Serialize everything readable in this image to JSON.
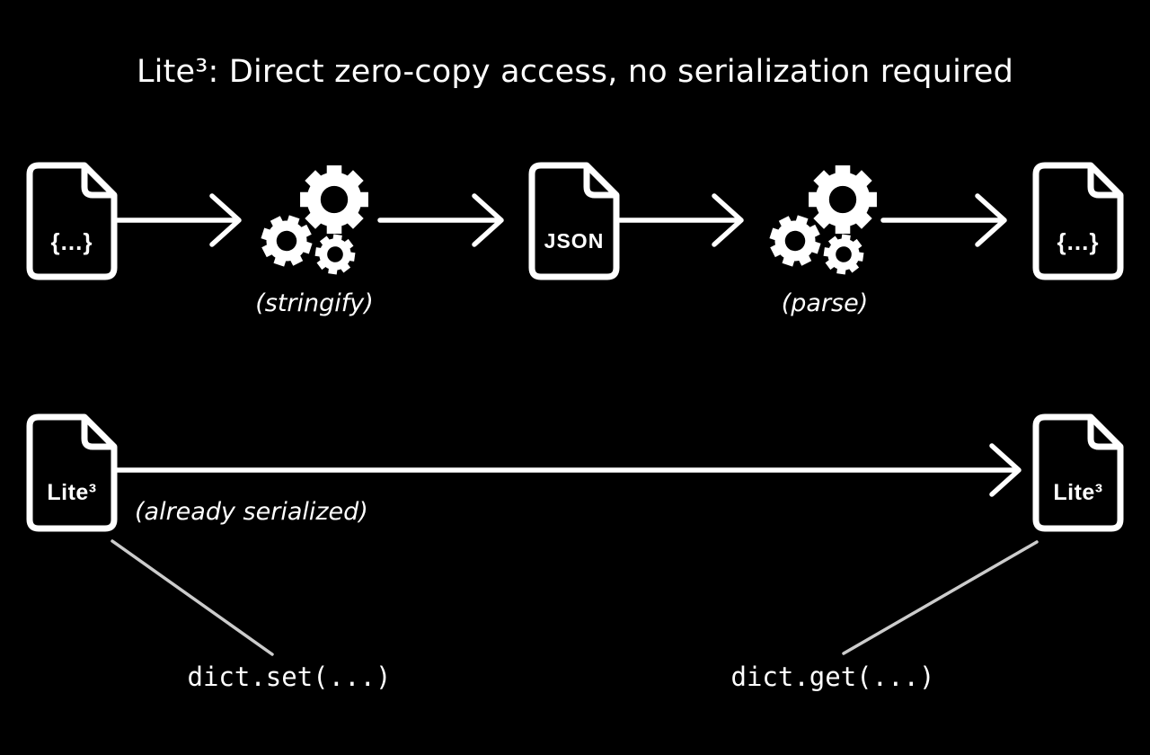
{
  "title": "Lite³: Direct zero-copy access, no serialization required",
  "colors": {
    "background": "#000000",
    "foreground": "#ffffff",
    "pointer_line": "#cccccc"
  },
  "json_flow": {
    "source_doc_label": "{...}",
    "stringify_label": "(stringify)",
    "json_doc_label": "JSON",
    "parse_label": "(parse)",
    "dest_doc_label": "{...}"
  },
  "lite3_flow": {
    "source_doc_label": "Lite³",
    "already_serialized_label": "(already serialized)",
    "dest_doc_label": "Lite³",
    "set_call_label": "dict.set(...)",
    "get_call_label": "dict.get(...)"
  }
}
